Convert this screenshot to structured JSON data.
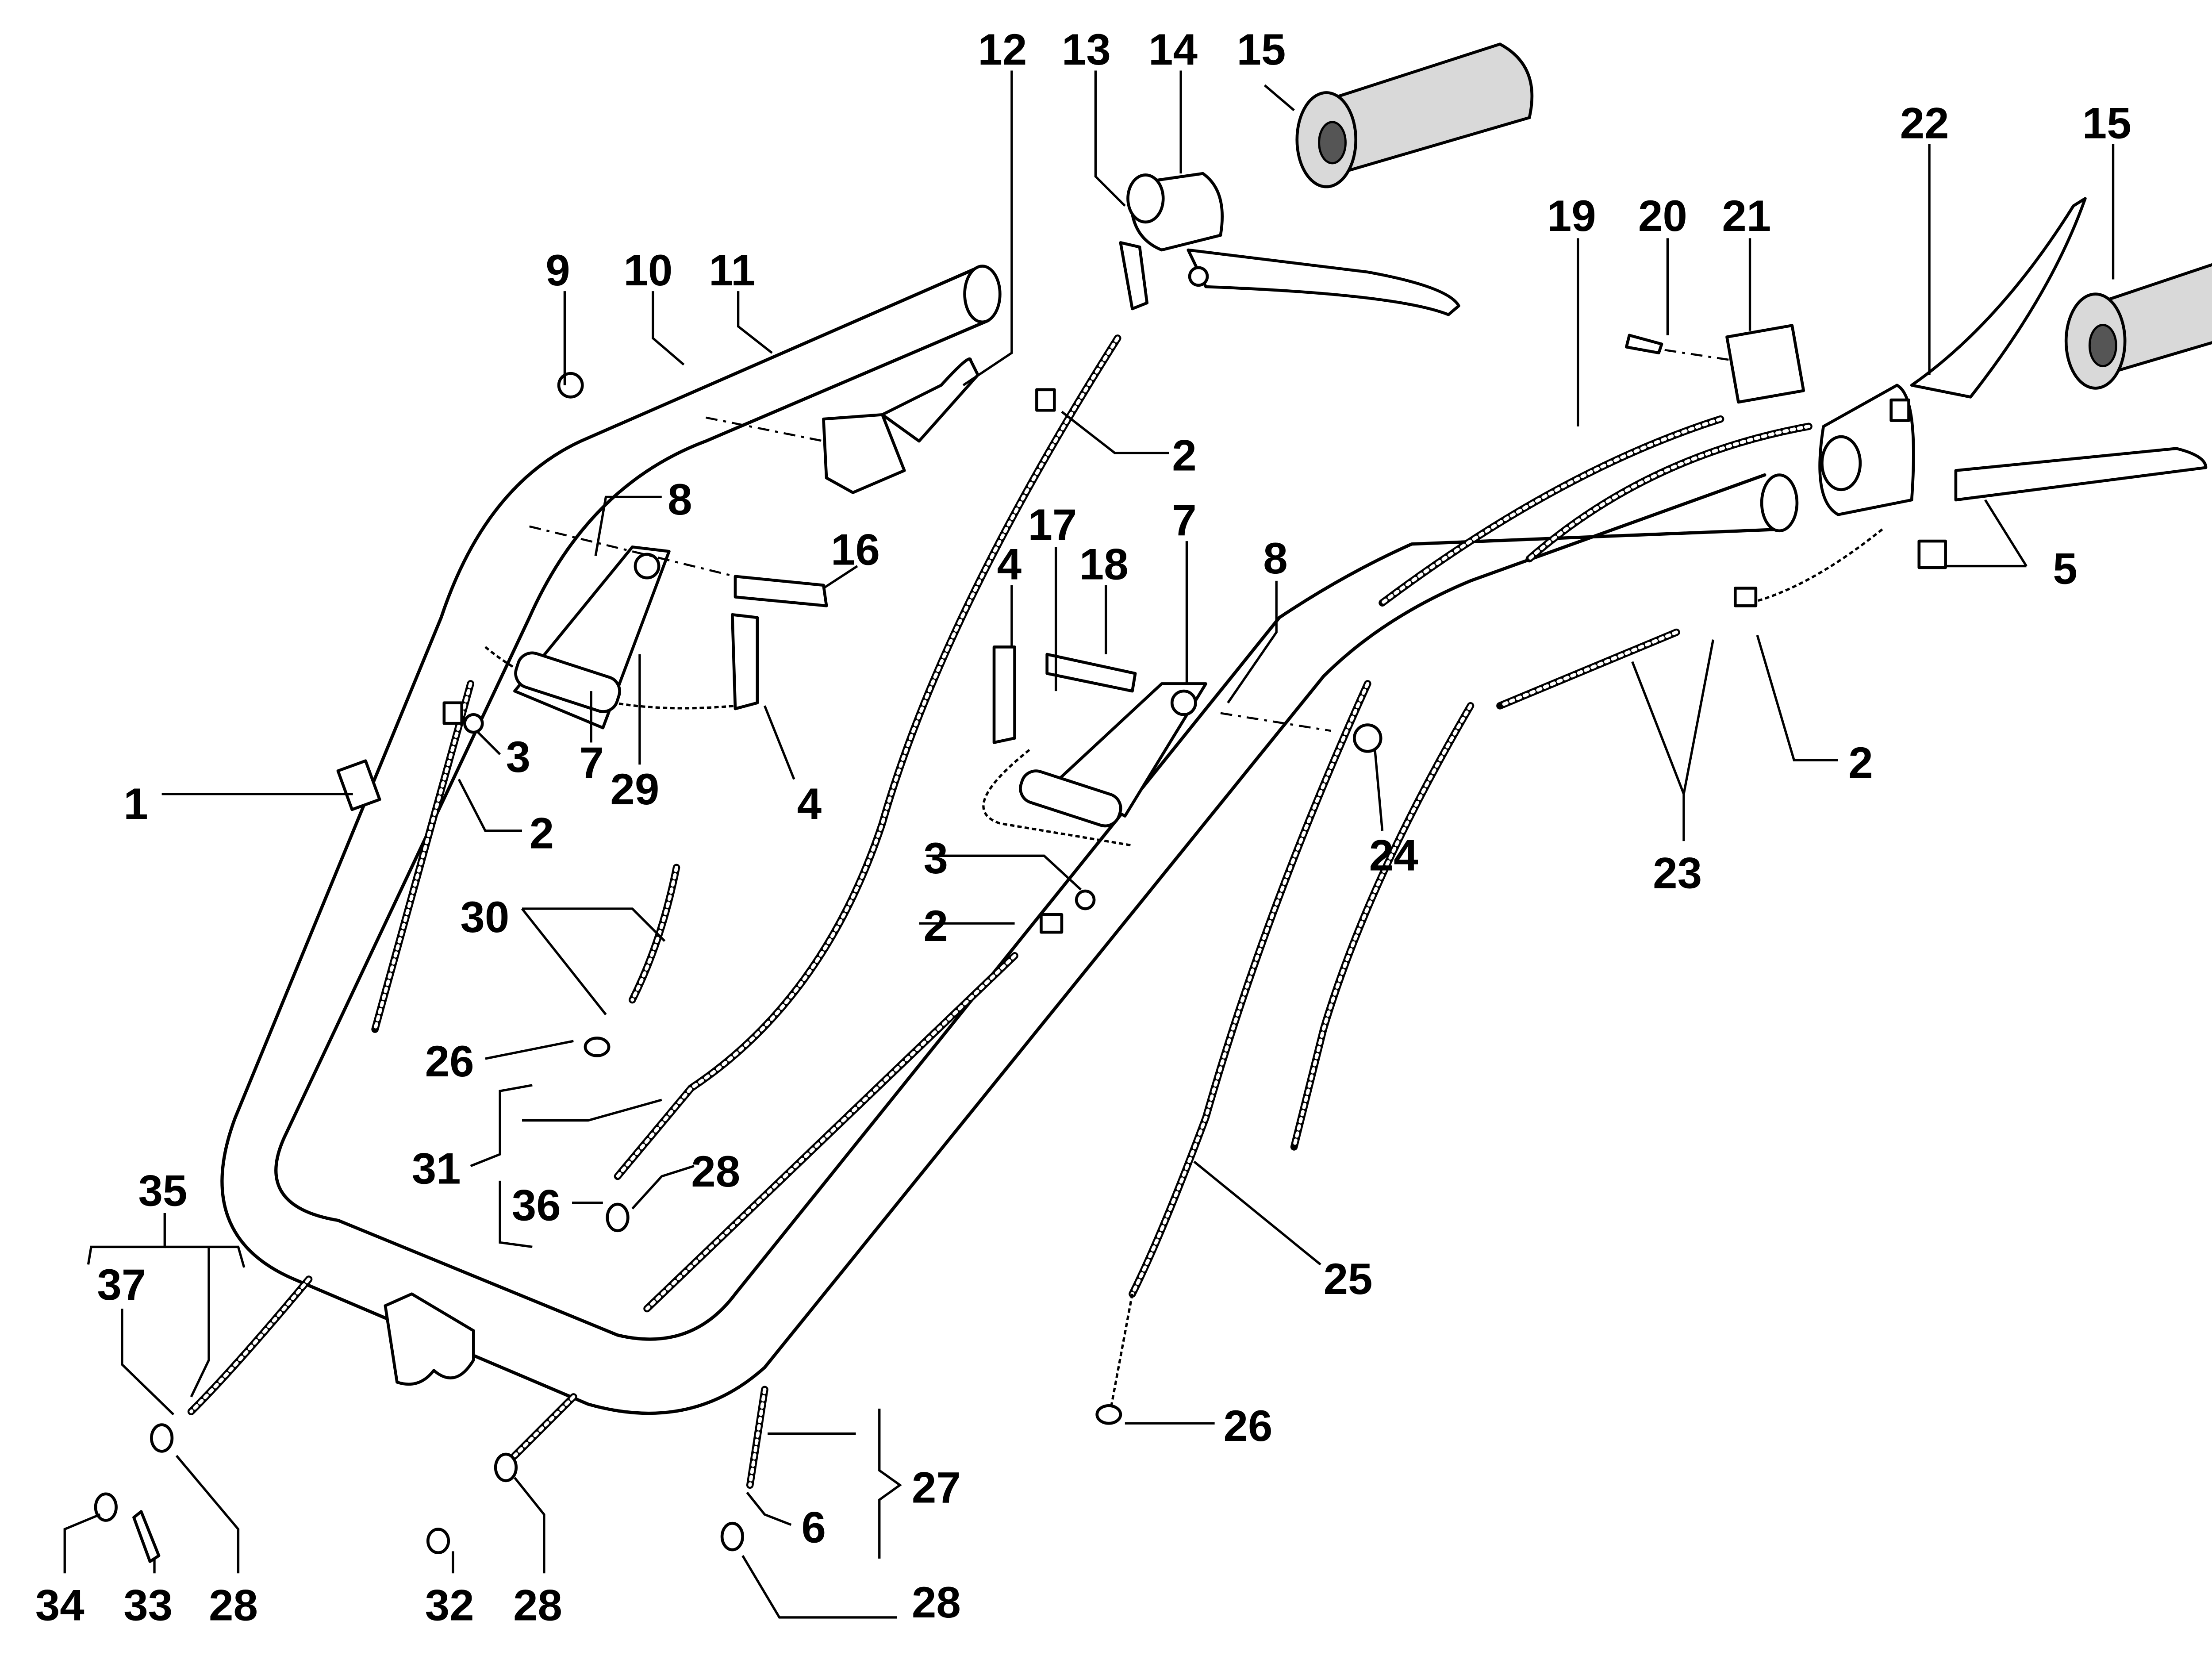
{
  "diagram": {
    "title": "Handlebar, controls and cables — exploded parts view",
    "colors": {
      "line": "#000000",
      "background": "#ffffff",
      "grip_fill": "#d9d9d9"
    },
    "callouts": [
      {
        "id": "c12a",
        "label": "12"
      },
      {
        "id": "c13",
        "label": "13"
      },
      {
        "id": "c14",
        "label": "14"
      },
      {
        "id": "c15a",
        "label": "15"
      },
      {
        "id": "c15b",
        "label": "15"
      },
      {
        "id": "c22",
        "label": "22"
      },
      {
        "id": "c9",
        "label": "9"
      },
      {
        "id": "c10",
        "label": "10"
      },
      {
        "id": "c11",
        "label": "11"
      },
      {
        "id": "c19",
        "label": "19"
      },
      {
        "id": "c20",
        "label": "20"
      },
      {
        "id": "c21",
        "label": "21"
      },
      {
        "id": "c8a",
        "label": "8"
      },
      {
        "id": "c16",
        "label": "16"
      },
      {
        "id": "c2a",
        "label": "2"
      },
      {
        "id": "c17",
        "label": "17"
      },
      {
        "id": "c4a",
        "label": "4"
      },
      {
        "id": "c18",
        "label": "18"
      },
      {
        "id": "c7a",
        "label": "7"
      },
      {
        "id": "c8b",
        "label": "8"
      },
      {
        "id": "c5",
        "label": "5"
      },
      {
        "id": "c3a",
        "label": "3"
      },
      {
        "id": "c7b",
        "label": "7"
      },
      {
        "id": "c29",
        "label": "29"
      },
      {
        "id": "c4b",
        "label": "4"
      },
      {
        "id": "c1",
        "label": "1"
      },
      {
        "id": "c2b",
        "label": "2"
      },
      {
        "id": "c2c",
        "label": "2"
      },
      {
        "id": "c24",
        "label": "24"
      },
      {
        "id": "c23",
        "label": "23"
      },
      {
        "id": "c3b",
        "label": "3"
      },
      {
        "id": "c2d",
        "label": "2"
      },
      {
        "id": "c30",
        "label": "30"
      },
      {
        "id": "c26a",
        "label": "26"
      },
      {
        "id": "c31",
        "label": "31"
      },
      {
        "id": "c36",
        "label": "36"
      },
      {
        "id": "c28a",
        "label": "28"
      },
      {
        "id": "c35",
        "label": "35"
      },
      {
        "id": "c37",
        "label": "37"
      },
      {
        "id": "c25",
        "label": "25"
      },
      {
        "id": "c26b",
        "label": "26"
      },
      {
        "id": "c27",
        "label": "27"
      },
      {
        "id": "c6",
        "label": "6"
      },
      {
        "id": "c34",
        "label": "34"
      },
      {
        "id": "c33",
        "label": "33"
      },
      {
        "id": "c28b",
        "label": "28"
      },
      {
        "id": "c32",
        "label": "32"
      },
      {
        "id": "c28c",
        "label": "28"
      },
      {
        "id": "c28d",
        "label": "28"
      }
    ]
  }
}
